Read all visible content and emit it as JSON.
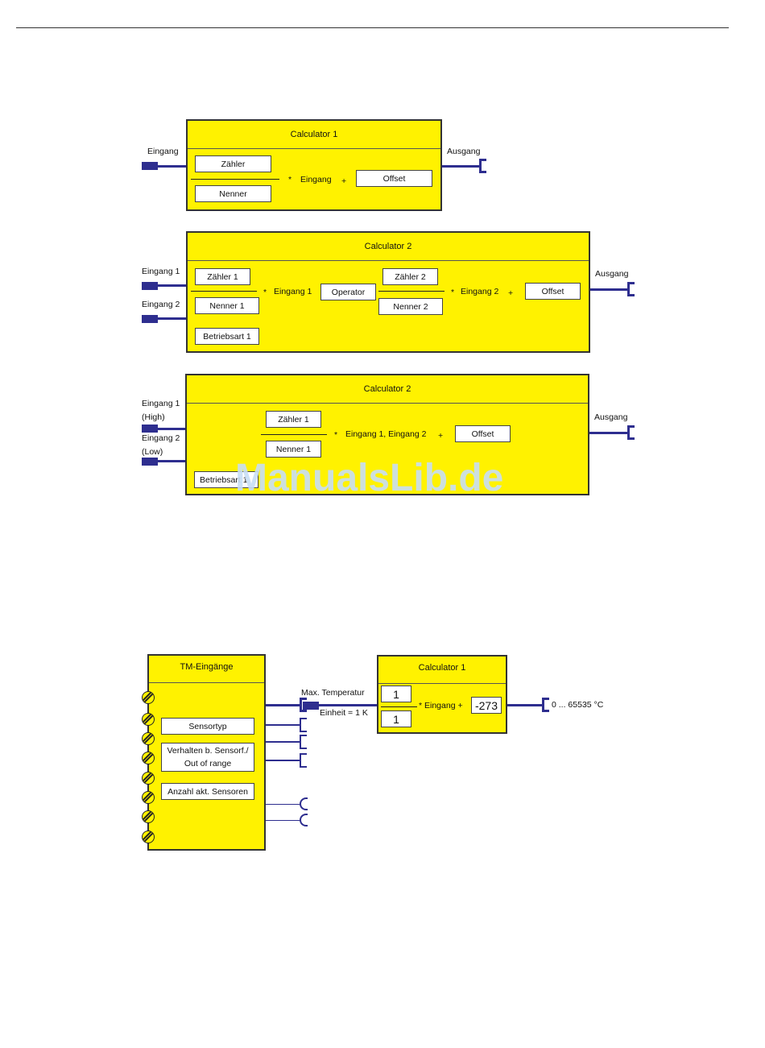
{
  "calc1": {
    "title": "Calculator 1",
    "input_label": "Eingang",
    "output_label": "Ausgang",
    "zaehler": "Zähler",
    "nenner": "Nenner",
    "mul": "*",
    "eingang": "Eingang",
    "plus": "+",
    "offset": "Offset"
  },
  "calc2a": {
    "title": "Calculator 2",
    "input1_label": "Eingang 1",
    "input2_label": "Eingang 2",
    "output_label": "Ausgang",
    "zaehler1": "Zähler 1",
    "nenner1": "Nenner 1",
    "mul1": "*",
    "eingang1": "Eingang 1",
    "operator": "Operator",
    "zaehler2": "Zähler 2",
    "nenner2": "Nenner 2",
    "mul2": "*",
    "eingang2": "Eingang 2",
    "plus": "+",
    "offset": "Offset",
    "betriebsart": "Betriebsart 1"
  },
  "calc2b": {
    "title": "Calculator 2",
    "input1_label": "Eingang 1",
    "input1_sub": "(High)",
    "input2_label": "Eingang 2",
    "input2_sub": "(Low)",
    "output_label": "Ausgang",
    "zaehler1": "Zähler 1",
    "nenner1": "Nenner 1",
    "mul": "*",
    "eingang": "Eingang 1, Eingang 2",
    "plus": "+",
    "offset": "Offset",
    "betriebsart": "Betriebsart 1"
  },
  "tm": {
    "title": "TM-Eingänge",
    "sensortyp": "Sensortyp",
    "verhalten_line1": "Verhalten b. Sensorf./",
    "verhalten_line2": "Out of range",
    "anzahl": "Anzahl akt. Sensoren"
  },
  "link": {
    "label": "Max. Temperatur",
    "unit": "Einheit = 1 K"
  },
  "calc_example": {
    "title": "Calculator 1",
    "numerator": "1",
    "denominator": "1",
    "formula": "* Eingang +",
    "offset": "-273",
    "output_range": "0 ... 65535 °C"
  },
  "watermark": "ManualsLib.de",
  "colors": {
    "block_fill": "#fff200",
    "wire": "#2e2e8f"
  }
}
